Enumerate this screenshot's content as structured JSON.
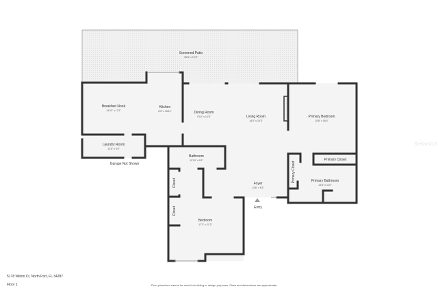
{
  "rooms": {
    "patio": {
      "name": "Screened Patio",
      "dim": "30'8\" x 12'3\""
    },
    "nook": {
      "name": "Breakfast Nook",
      "dim": "14'11\" x 12'1\""
    },
    "kitchen": {
      "name": "Kitchen",
      "dim": "8'3\" x 16'11\""
    },
    "dining": {
      "name": "Dining Room",
      "dim": "9'10\" x 14'5\""
    },
    "living": {
      "name": "Living Room",
      "dim": "14'5\" x 20'3\""
    },
    "primary_bedroom": {
      "name": "Primary Bedroom",
      "dim": "15'8\" x 16'4\""
    },
    "laundry": {
      "name": "Laundry Room",
      "dim": "14'8\" x 5'0\""
    },
    "bathroom": {
      "name": "Bathroom",
      "dim": "12'10\" x 5'1\""
    },
    "primary_closet": {
      "name": "Primary Closet"
    },
    "primary_closet_side": {
      "name": "Primary Closet"
    },
    "primary_bathroom": {
      "name": "Primary Bathroom",
      "dim": "13'8\" x 11'0\""
    },
    "foyer": {
      "name": "Foyer",
      "dim": "14'6\" x 6'1\""
    },
    "closet1": {
      "name": "Closet"
    },
    "closet2": {
      "name": "Closet"
    },
    "bedroom": {
      "name": "Bedroom",
      "dim": "17'1\" x 21'3\""
    }
  },
  "garage_note": "Garage Not Shown",
  "entry_label": "Entry",
  "address": "5178 Wilton Ct, North Port, FL 34287",
  "floor": "Floor 1",
  "disclaimer": "Floor plans/tour cannot be used for building or design purposes. Sizes and dimensions are approximate.",
  "watermark": "StellarMLS",
  "colors": {
    "wall": "#333333",
    "floor": "#f3f3f3",
    "patio": "#ececec"
  }
}
